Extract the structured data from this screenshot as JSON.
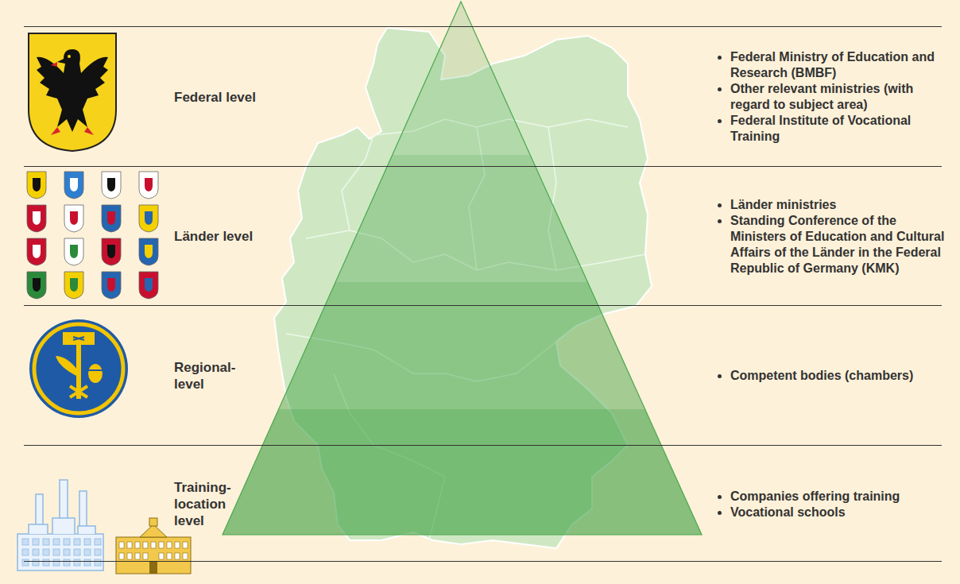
{
  "diagram": {
    "nodes": [
      {
        "text": [
          "Federal level",
          "Federal Ministry of Education and Research (BMBF)",
          "Other relevant ministries (with regard to subject area)",
          "Federal Institute of Vocational Training"
        ]
      },
      {
        "text": [
          "Länder level",
          "Länder ministries",
          "Standing Conference of the Ministers of Education and Cultural Affairs of the Länder in the Federal Republic of Germany (KMK)"
        ]
      },
      {
        "text": [
          "Regional- level",
          "Competent bodies (chambers)"
        ]
      },
      {
        "text": [
          "Training- location level",
          "Companies offering training",
          "Vocational schools"
        ]
      }
    ]
  }
}
